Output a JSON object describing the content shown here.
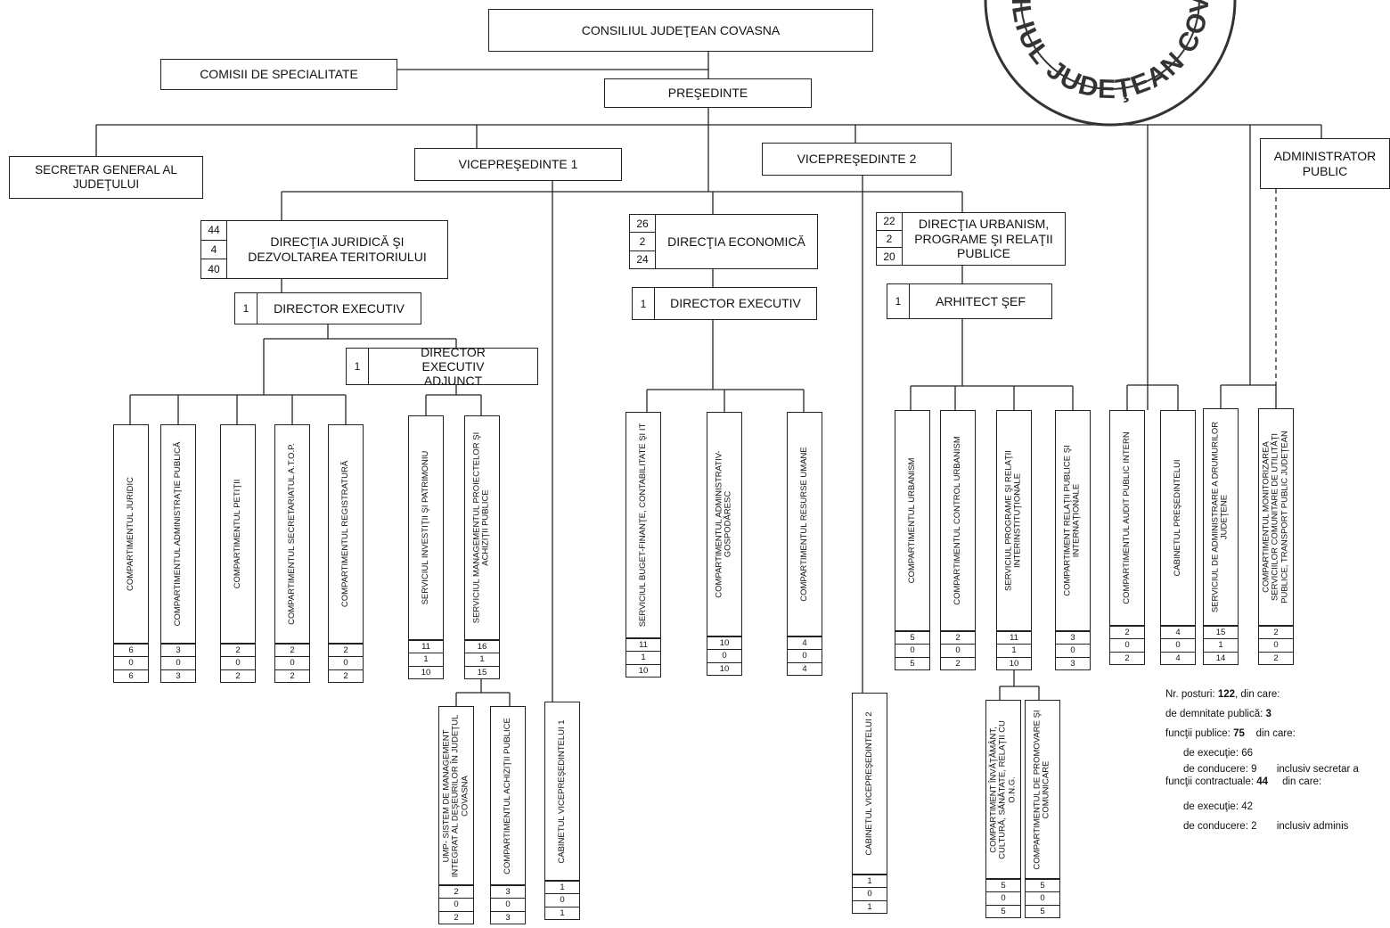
{
  "top": {
    "council": "CONSILIUL JUDEŢEAN COVASNA",
    "commissions": "COMISII DE SPECIALITATE",
    "president": "PREŞEDINTE",
    "secretary": "SECRETAR GENERAL AL JUDEŢULUI",
    "vp1": "VICEPREŞEDINTE 1",
    "vp2": "VICEPREŞEDINTE 2",
    "admin": "ADMINISTRATOR PUBLIC"
  },
  "directions": {
    "juridica": {
      "title": "DIRECŢIA JURIDICĂ ŞI DEZVOLTAREA TERITORIULUI",
      "n1": "44",
      "n2": "4",
      "n3": "40"
    },
    "economica": {
      "title": "DIRECŢIA ECONOMICĂ",
      "n1": "26",
      "n2": "2",
      "n3": "24"
    },
    "urbanism": {
      "title": "DIRECŢIA URBANISM, PROGRAME ŞI RELAŢII PUBLICE",
      "n1": "22",
      "n2": "2",
      "n3": "20"
    }
  },
  "execs": {
    "jur_director": {
      "n": "1",
      "label": "DIRECTOR EXECUTIV"
    },
    "jur_adjunct": {
      "n": "1",
      "label": "DIRECTOR EXECUTIV ADJUNCT"
    },
    "eco_director": {
      "n": "1",
      "label": "DIRECTOR EXECUTIV"
    },
    "urb_arhitect": {
      "n": "1",
      "label": "ARHITECT ŞEF"
    }
  },
  "units": {
    "c_juridic": {
      "label": "COMPARTIMENTUL JURIDIC",
      "a": "6",
      "b": "0",
      "c": "6"
    },
    "c_admin_publica": {
      "label": "COMPARTIMENTUL ADMINISTRAŢIE PUBLICĂ",
      "a": "3",
      "b": "0",
      "c": "3"
    },
    "c_petitii": {
      "label": "COMPARTIMENTUL PETIŢII",
      "a": "2",
      "b": "0",
      "c": "2"
    },
    "c_atop": {
      "label": "COMPARTIMENTUL SECRETARIATUL A.T.O.P.",
      "a": "2",
      "b": "0",
      "c": "2"
    },
    "c_registratura": {
      "label": "COMPARTIMENTUL REGISTRATURĂ",
      "a": "2",
      "b": "0",
      "c": "2"
    },
    "s_investitii": {
      "label": "SERVICIUL INVESTIŢII ŞI PATRIMONIU",
      "a": "11",
      "b": "1",
      "c": "10"
    },
    "s_management": {
      "label": "SERVICIUL MANAGEMENTUL PROIECTELOR ŞI ACHIZIŢII PUBLICE",
      "a": "16",
      "b": "1",
      "c": "15"
    },
    "ump": {
      "label": "UMP- SISTEM DE MANAGEMENT INTEGRAT AL DEŞEURILOR ÎN JUDEŢUL COVASNA",
      "a": "2",
      "b": "0",
      "c": "2"
    },
    "c_achizitii": {
      "label": "COMPARTIMENTUL ACHIZIŢII PUBLICE",
      "a": "3",
      "b": "0",
      "c": "3"
    },
    "cab_vp1": {
      "label": "CABINETUL VICEPREŞEDINTELUI 1",
      "a": "1",
      "b": "0",
      "c": "1"
    },
    "s_buget": {
      "label": "SERVICIUL BUGET-FINANŢE, CONTABILITATE ŞI IT",
      "a": "11",
      "b": "1",
      "c": "10"
    },
    "c_gospodaresc": {
      "label": "COMPARTIMENTUL ADMINISTRATIV-GOSPODĂRESC",
      "a": "10",
      "b": "0",
      "c": "10"
    },
    "c_resurse": {
      "label": "COMPARTIMENTUL RESURSE UMANE",
      "a": "4",
      "b": "0",
      "c": "4"
    },
    "cab_vp2": {
      "label": "CABINETUL VICEPREŞEDINTELUI 2",
      "a": "1",
      "b": "0",
      "c": "1"
    },
    "c_urbanism": {
      "label": "COMPARTIMENTUL URBANISM",
      "a": "5",
      "b": "0",
      "c": "5"
    },
    "c_control": {
      "label": "COMPARTIMENTUL CONTROL URBANISM",
      "a": "2",
      "b": "0",
      "c": "2"
    },
    "s_programe": {
      "label": "SERVICIUL PROGRAME ŞI RELAŢII INTERINSTITUŢIONALE",
      "a": "11",
      "b": "1",
      "c": "10"
    },
    "c_relatii_int": {
      "label": "COMPARTIMENT RELAŢII PUBLICE ŞI INTERNAŢIONALE",
      "a": "3",
      "b": "0",
      "c": "3"
    },
    "c_invatamant": {
      "label": "COMPARTIMENT ÎNVĂŢĂMÂNT, CULTURĂ, SĂNĂTATE, RELAŢII CU O.N.G.",
      "a": "5",
      "b": "0",
      "c": "5"
    },
    "c_promovare": {
      "label": "COMPARTIMENTUL DE PROMOVARE ŞI COMUNICARE",
      "a": "5",
      "b": "0",
      "c": "5"
    },
    "c_audit": {
      "label": "COMPARTIMENTUL AUDIT PUBLIC INTERN",
      "a": "2",
      "b": "0",
      "c": "2"
    },
    "cab_presedinte": {
      "label": "CABINETUL PREŞEDINTELUI",
      "a": "4",
      "b": "0",
      "c": "4"
    },
    "s_drumuri": {
      "label": "SERVICIUL DE ADMINISTRARE A DRUMURILOR JUDEŢENE",
      "a": "15",
      "b": "1",
      "c": "14"
    },
    "c_monitorizare": {
      "label": "COMPARTIMENTUL MONITORIZAREA SERVICIILOR COMUNITARE DE UTILITĂŢI PUBLICE, TRANSPORT PUBLIC JUDEŢEAN",
      "a": "2",
      "b": "0",
      "c": "2"
    }
  },
  "stats": {
    "line1_label": "Nr. posturi: ",
    "line1_value": "122",
    "line1_suffix": ", din care:",
    "line2_label": "de demnitate publică: ",
    "line2_value": "3",
    "line3_label": "funcţii publice: ",
    "line3_value": "75",
    "line3_suffix": "din care:",
    "line4": "de execuţie: 66",
    "line5": "de conducere: 9",
    "line5_note": "inclusiv secretar a",
    "line6_label": "funcţii contractuale: ",
    "line6_value": "44",
    "line6_suffix": "din care:",
    "line7": "de execuţie: 42",
    "line8": "de conducere:  2",
    "line8_note": "inclusiv adminis"
  },
  "seal": {
    "text": "CONSILIUL JUDEŢEAN COVASNA"
  },
  "colors": {
    "line": "#222222",
    "seal": "#333333"
  }
}
